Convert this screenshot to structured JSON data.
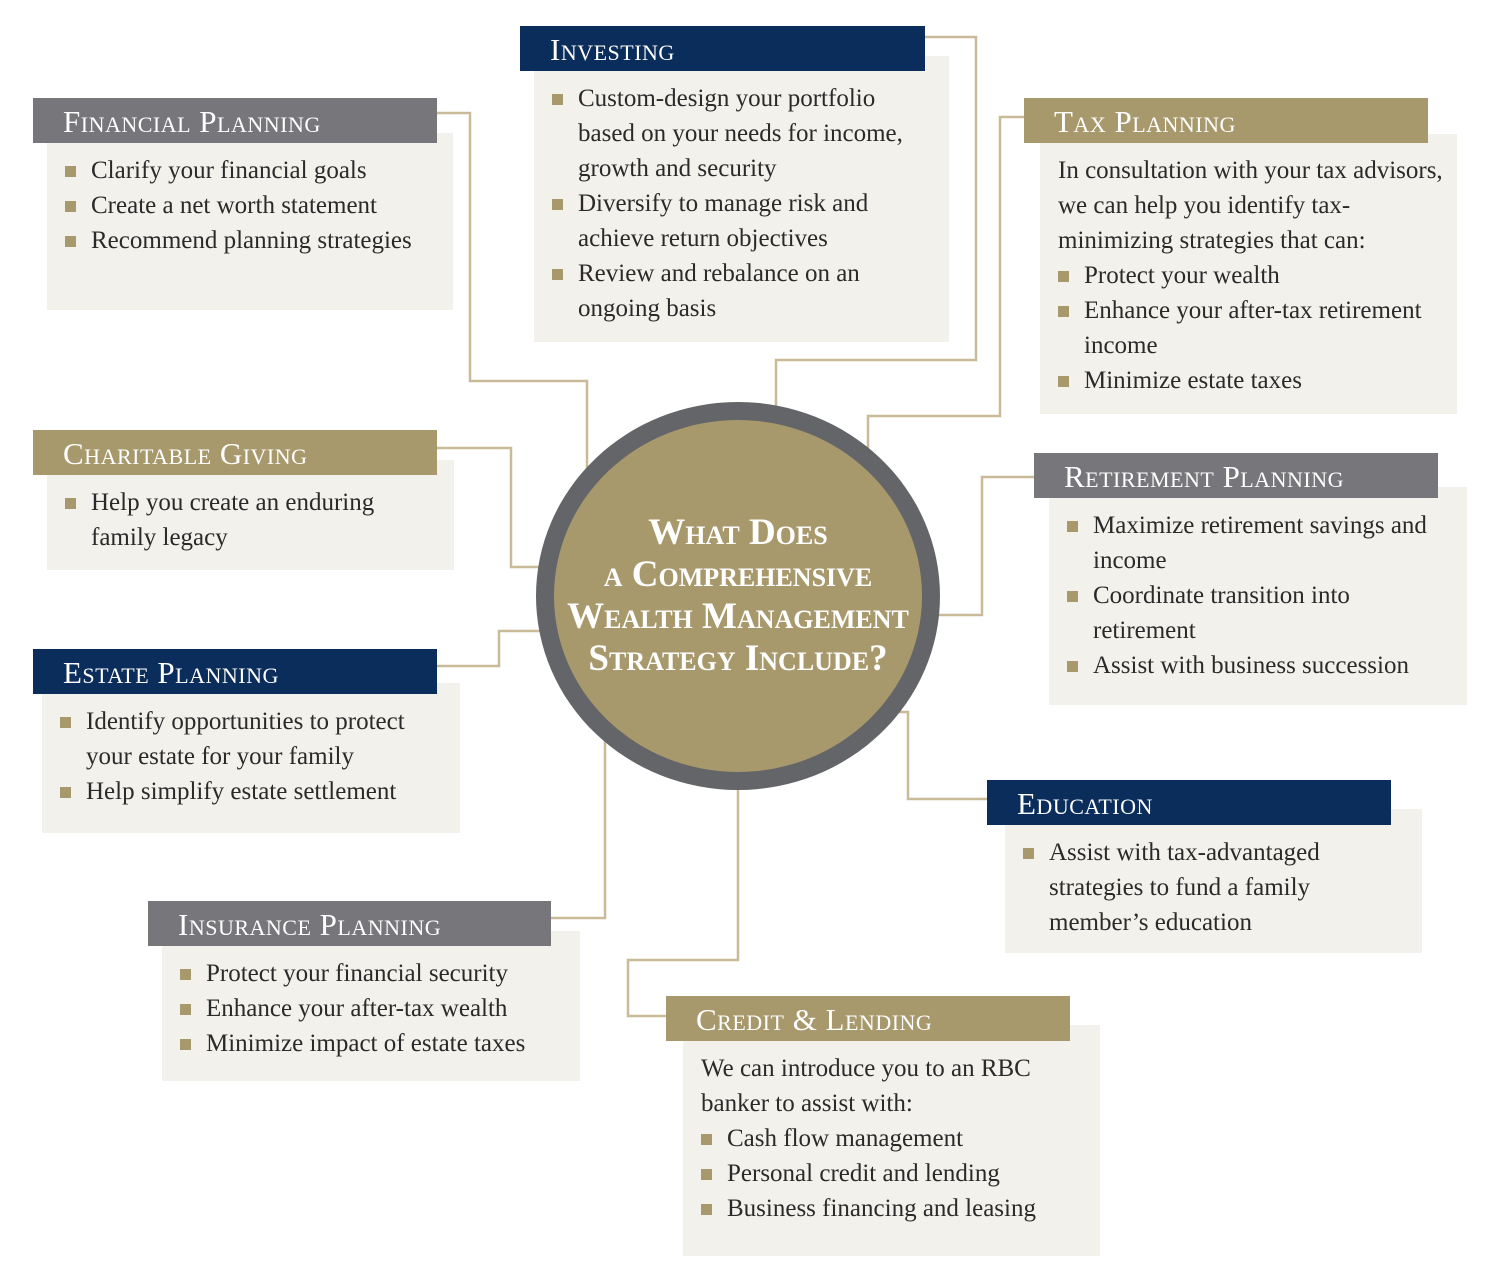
{
  "center_title": [
    "What Does",
    "a Comprehensive",
    "Wealth Management",
    "Strategy Include?"
  ],
  "colors": {
    "gray": "#77777b",
    "navy": "#0b2d5b",
    "gold": "#a8996d",
    "panel": "#f3f1ec",
    "line": "#c9bb97"
  },
  "panels": [
    {
      "id": "financial-planning",
      "title": "Financial Planning",
      "items": [
        "Clarify your financial goals",
        "Create a net worth statement",
        "Recommend planning strategies"
      ]
    },
    {
      "id": "investing",
      "title": "Investing",
      "items": [
        "Custom-design your portfolio based on your needs for income, growth and security",
        "Diversify to manage risk and achieve return objectives",
        "Review and rebalance on an ongoing basis"
      ]
    },
    {
      "id": "tax-planning",
      "title": "Tax Planning",
      "intro": "In consultation with your tax advisors, we can help you identify tax-minimizing strategies that can:",
      "items": [
        "Protect your wealth",
        "Enhance your after-tax retirement income",
        "Minimize estate taxes"
      ]
    },
    {
      "id": "charitable-giving",
      "title": "Charitable Giving",
      "items": [
        "Help you create an enduring family legacy"
      ]
    },
    {
      "id": "retirement-planning",
      "title": "Retirement Planning",
      "items": [
        "Maximize retirement savings and income",
        "Coordinate transition into retirement",
        "Assist with business succession"
      ]
    },
    {
      "id": "estate-planning",
      "title": "Estate Planning",
      "items": [
        "Identify opportunities to protect your estate for your family",
        "Help simplify estate settlement"
      ]
    },
    {
      "id": "education",
      "title": "Education",
      "items": [
        "Assist with tax-advantaged strategies to fund a family member’s education"
      ]
    },
    {
      "id": "insurance-planning",
      "title": "Insurance Planning",
      "items": [
        "Protect your financial security",
        "Enhance your after-tax wealth",
        "Minimize impact of estate taxes"
      ]
    },
    {
      "id": "credit-lending",
      "title": "Credit & Lending",
      "intro": "We can introduce you to an RBC banker to assist with:",
      "items": [
        "Cash flow management",
        "Personal credit and lending",
        "Business financing and leasing"
      ]
    }
  ]
}
